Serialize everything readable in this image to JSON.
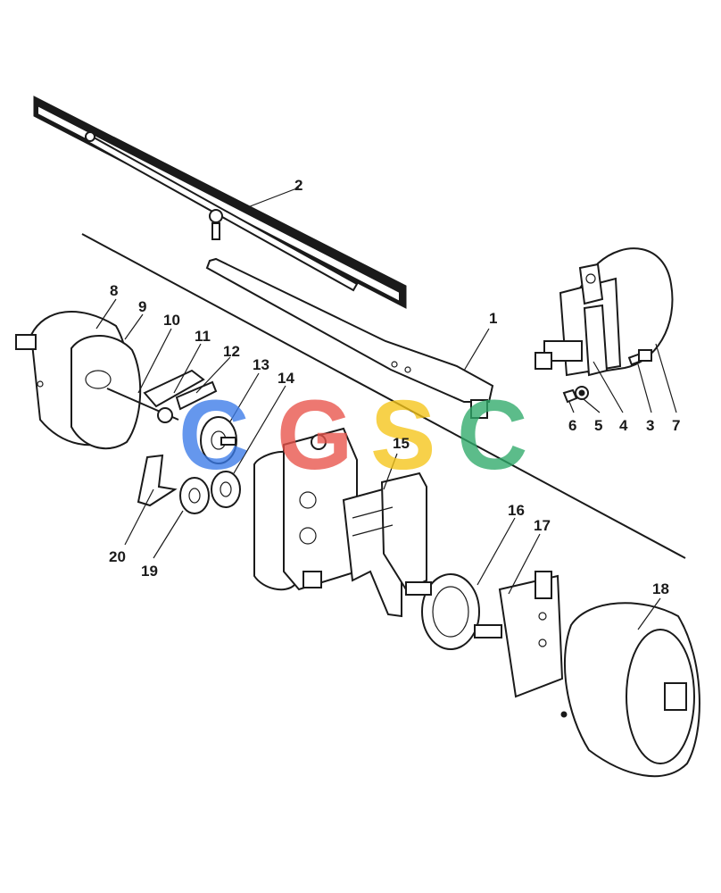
{
  "callouts": [
    "1",
    "2",
    "3",
    "4",
    "5",
    "6",
    "7",
    "8",
    "9",
    "10",
    "11",
    "12",
    "13",
    "14",
    "15",
    "16",
    "17",
    "18",
    "19",
    "20"
  ],
  "watermark": {
    "letters": [
      "C",
      "G",
      "S",
      "C"
    ],
    "colors": [
      "#3b7be8",
      "#e8534a",
      "#f5c518",
      "#2faa6a"
    ]
  },
  "colors": {
    "ink": "#1a1a1a",
    "paper": "#ffffff"
  }
}
